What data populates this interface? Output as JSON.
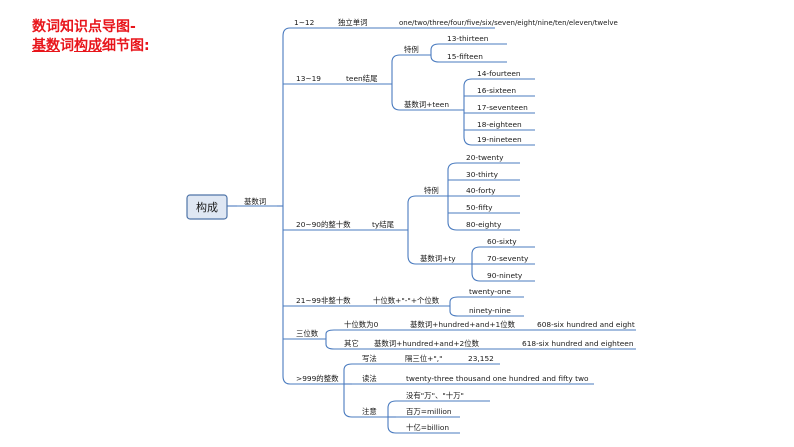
{
  "title": {
    "line1": "数词知识点导图-",
    "line2_a": "基数",
    "line2_b": "词",
    "line2_c": "构成",
    "line2_d": "细节图:"
  },
  "nodes": {
    "root": "构成",
    "cardinal": "基数词",
    "r1": "1~12",
    "r1_word": "独立单词",
    "r1_list": "one/two/three/four/five/six/seven/eight/nine/ten/eleven/twelve",
    "r2": "13~19",
    "r2_teen": "teen结尾",
    "r2_ex": "特例",
    "r2_ex_items": [
      "13-thirteen",
      "15-fifteen"
    ],
    "r2_rule": "基数词+teen",
    "r2_rule_items": [
      "14-fourteen",
      "16-sixteen",
      "17-seventeen",
      "18-eighteen",
      "19-nineteen"
    ],
    "r3": "20~90的整十数",
    "r3_ty": "ty结尾",
    "r3_ex": "特例",
    "r3_ex_items": [
      "20-twenty",
      "30-thirty",
      "40-forty",
      "50-fifty",
      "80-eighty"
    ],
    "r3_rule": "基数词+ty",
    "r3_rule_items": [
      "60-sixty",
      "70-seventy",
      "90-ninety"
    ],
    "r4": "21~99非整十数",
    "r4_rule": "十位数+\"-\"+个位数",
    "r4_items": [
      "twenty-one",
      "ninety-nine"
    ],
    "r5": "三位数",
    "r5_a": "十位数为0",
    "r5_a_rule": "基数词+hundred+and+1位数",
    "r5_a_ex": "608-six hundred and eight",
    "r5_b": "其它",
    "r5_b_rule": "基数词+hundred+and+2位数",
    "r5_b_ex": "618-six hundred and eighteen",
    "r6": ">999的整数",
    "r6_write": "写法",
    "r6_write_rule": "隔三位+\",\"",
    "r6_write_ex": "23,152",
    "r6_read": "读法",
    "r6_read_ex": "twenty-three thousand one hundred and fifty two",
    "r6_note": "注意",
    "r6_note_items": [
      "没有\"万\"、\"十万\"",
      "百万=million",
      "十亿=billion"
    ]
  },
  "colors": {
    "title": "#e8151b",
    "line": "#4a7bbf",
    "root_fill": "#dfe7f3",
    "root_border": "#4f74a8"
  }
}
